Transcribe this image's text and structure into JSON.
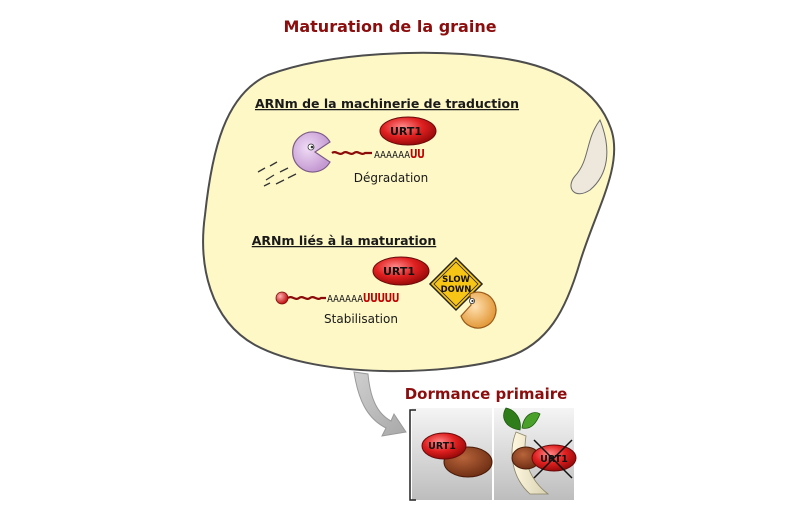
{
  "title": "Maturation de la graine",
  "translation_section": {
    "heading": "ARNm de la machinerie de traduction",
    "enzyme": "URT1",
    "poly_a": "AAAAAA",
    "poly_u": "UU",
    "caption": "Dégradation"
  },
  "maturation_section": {
    "heading": "ARNm liés à la maturation",
    "enzyme": "URT1",
    "poly_a": "AAAAAA",
    "poly_u": "UUUUU",
    "caption": "Stabilisation",
    "sign_line1": "SLOW",
    "sign_line2": "DOWN"
  },
  "dormancy": {
    "title": "Dormance primaire",
    "left_enzyme": "URT1",
    "right_enzyme": "URT1"
  }
}
